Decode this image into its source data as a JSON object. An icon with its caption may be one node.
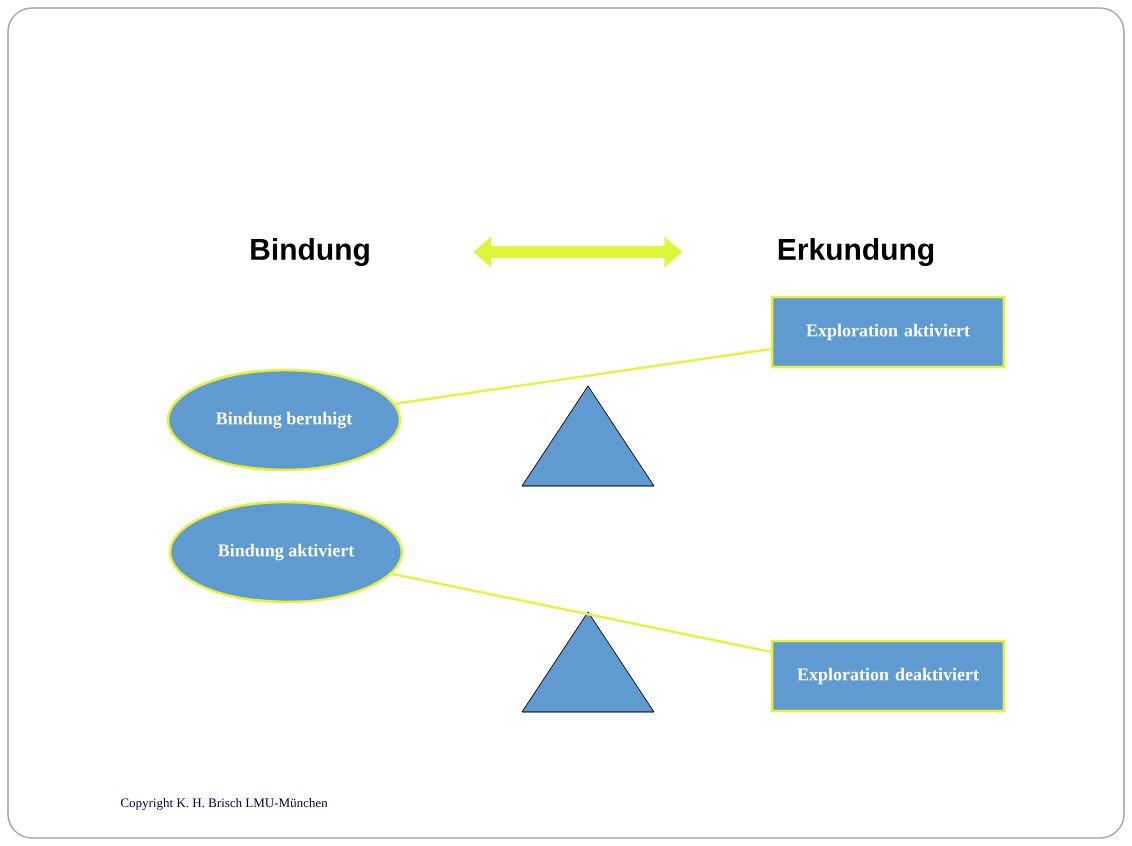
{
  "diagram": {
    "nodes": [
      {
        "text": [
          "Bindung"
        ]
      },
      {
        "text": [
          "Erkundung"
        ]
      },
      {
        "text": [
          "Bindung beruhigt"
        ]
      },
      {
        "text": [
          "Exploration aktiviert"
        ]
      },
      {
        "text": [
          "Bindung aktiviert"
        ]
      },
      {
        "text": [
          "Exploration deaktiviert"
        ]
      }
    ],
    "edges": [
      {
        "from": 0,
        "to": 1,
        "arrow": "both",
        "style": "thick"
      },
      {
        "from": 2,
        "to": 3,
        "arrow": "none"
      },
      {
        "from": 4,
        "to": 5,
        "arrow": "none"
      }
    ],
    "labels": [
      "Copyright K. H. Brisch LMU-München"
    ]
  }
}
